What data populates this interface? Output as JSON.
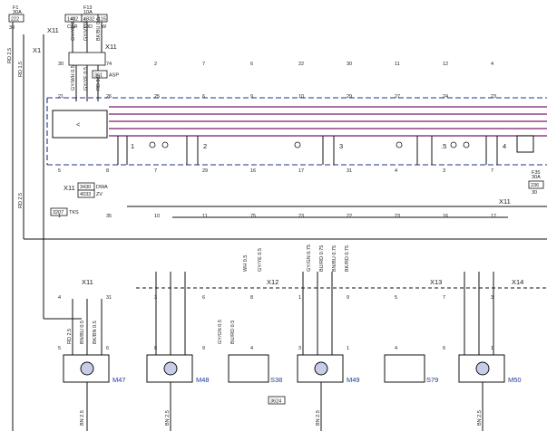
{
  "fuses": [
    {
      "name": "F1",
      "rating": "30A",
      "code": "222",
      "pin": "30"
    },
    {
      "name": "F13",
      "rating": "10A",
      "codes": [
        "1432",
        "1332",
        "115"
      ],
      "pins": [
        "CSR",
        "58D",
        "W"
      ]
    },
    {
      "name": "F35",
      "rating": "30A",
      "code": "236",
      "pin": "30"
    }
  ],
  "connectors": [
    "X11",
    "X12",
    "X13",
    "X14",
    "X1"
  ],
  "relays": [
    {
      "code": "361",
      "label": "ASP"
    },
    {
      "code": "3207",
      "label": "TKS"
    },
    {
      "code": "3430",
      "label": "DWA"
    },
    {
      "code": "4033",
      "label": "ZV"
    },
    {
      "code": "3624",
      "label": ""
    }
  ],
  "wire_colors": {
    "supply": [
      "RD 2.5",
      "RD 1.5",
      "RD 2.5"
    ],
    "control": [
      "GY/WH 0.5",
      "GY/YE 0.5",
      "RD 0.5",
      "GY/YE 0.5",
      "GY/VT 0.5",
      "BK/BU 0.5"
    ],
    "motor_feed": [
      "RD 2.5",
      "BN/BU 0.5",
      "BK/BN 0.5",
      "BN 2.5"
    ],
    "switch": [
      "GY/GN 0.5",
      "BU/RD 0.5",
      "WH 0.5",
      "GY/YE 0.5",
      "GY/GN 0.75",
      "BU/RD 0.75",
      "BN/BU 0.75",
      "BK/RD 0.75"
    ],
    "ground": [
      "BN 2.5",
      "BN 2.5",
      "BN 2.5"
    ]
  },
  "pin_numbers": [
    "30",
    "74",
    "2",
    "7",
    "6",
    "22",
    "30",
    "11",
    "12",
    "4",
    "21",
    "26",
    "25",
    "6",
    "9",
    "10",
    "29",
    "27",
    "24",
    "23",
    "5",
    "8",
    "7",
    "29",
    "16",
    "17",
    "31",
    "4",
    "3",
    "7",
    "1",
    "35",
    "10",
    "11",
    "75",
    "23",
    "22",
    "23",
    "16",
    "17",
    "4",
    "31",
    "3",
    "6",
    "8",
    "1",
    "9",
    "5",
    "7",
    "3",
    "5",
    "6",
    "8",
    "9",
    "4",
    "3",
    "1",
    "4",
    "6",
    "1"
  ],
  "switch_labels": [
    "1",
    "2",
    "3",
    ".5",
    "4"
  ],
  "components": [
    "M47",
    "M48",
    "S38",
    "M49",
    "S79",
    "M50"
  ],
  "colors": {
    "bus": "#7a1c6e",
    "dashed": "#20308a",
    "motor": "#c7cde8"
  }
}
